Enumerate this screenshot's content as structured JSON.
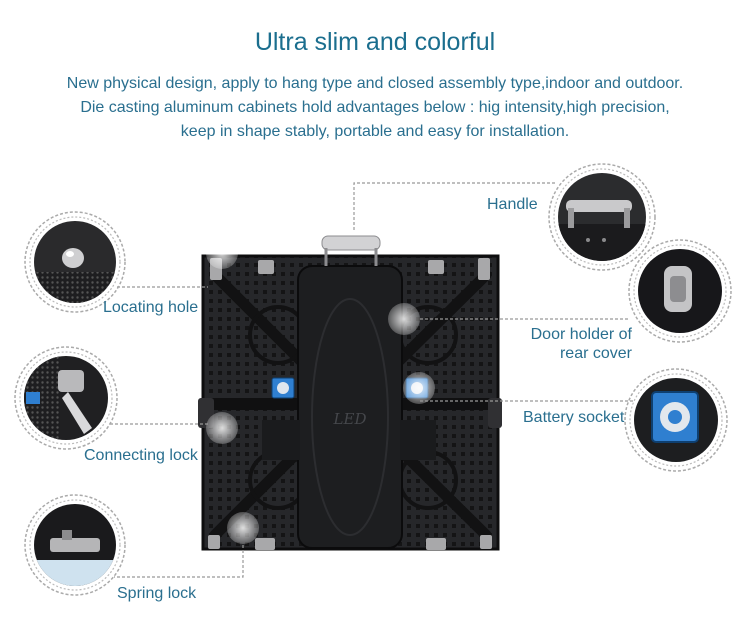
{
  "header": {
    "title": "Ultra slim and colorful",
    "lines": [
      "New physical design, apply to hang type and closed assembly type,indoor and outdoor.",
      "Die casting aluminum cabinets hold advantages below : hig intensity,high precision,",
      "keep in shape stably, portable and easy for installation."
    ]
  },
  "product": {
    "logo_text": "LED"
  },
  "callouts": {
    "handle": "Handle",
    "locating_hole": "Locating hole",
    "door_holder_line1": "Door holder of",
    "door_holder_line2": "rear cover",
    "battery_socket": "Battery socket",
    "connecting_lock": "Connecting lock",
    "spring_lock": "Spring lock"
  },
  "colors": {
    "text": "#2a6f8f",
    "title": "#1b6e8e",
    "cabinet": "#1b1b1d",
    "socket": "#2f7fd0"
  }
}
